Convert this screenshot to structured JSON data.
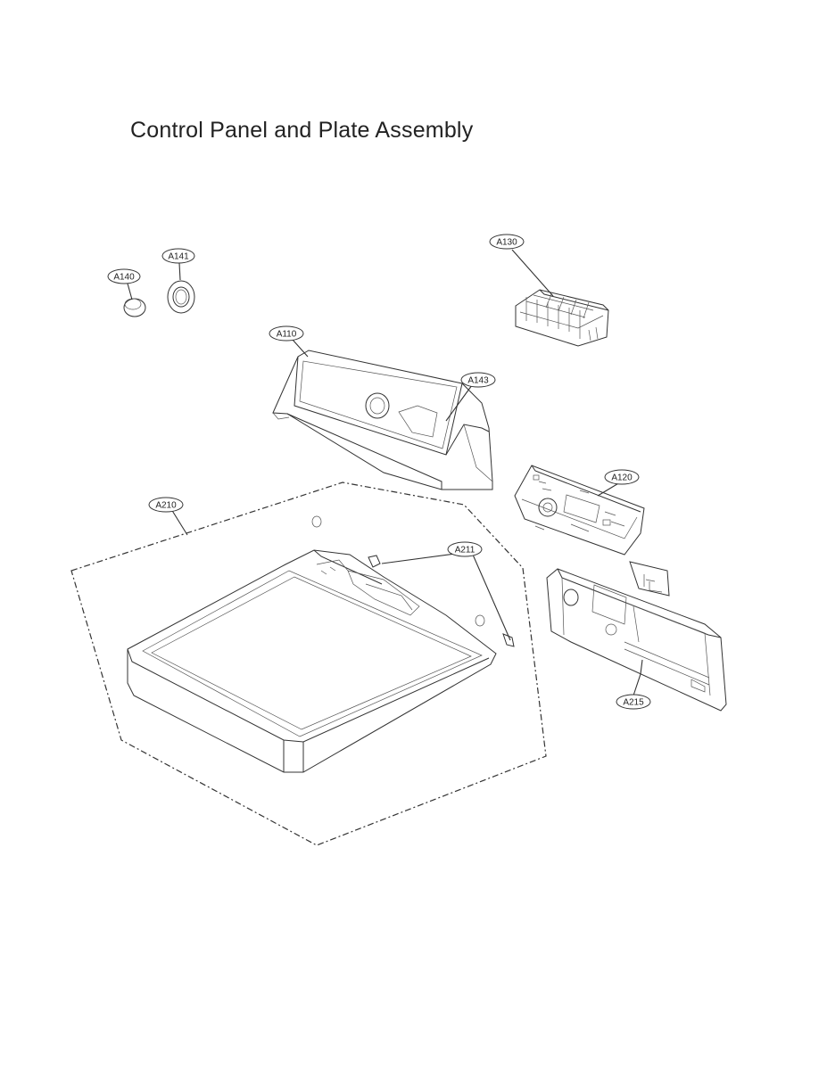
{
  "title": "Control Panel and Plate Assembly",
  "callouts": {
    "a140": "A140",
    "a141": "A141",
    "a130": "A130",
    "a110": "A110",
    "a143": "A143",
    "a120": "A120",
    "a210": "A210",
    "a211": "A211",
    "a215": "A215"
  }
}
